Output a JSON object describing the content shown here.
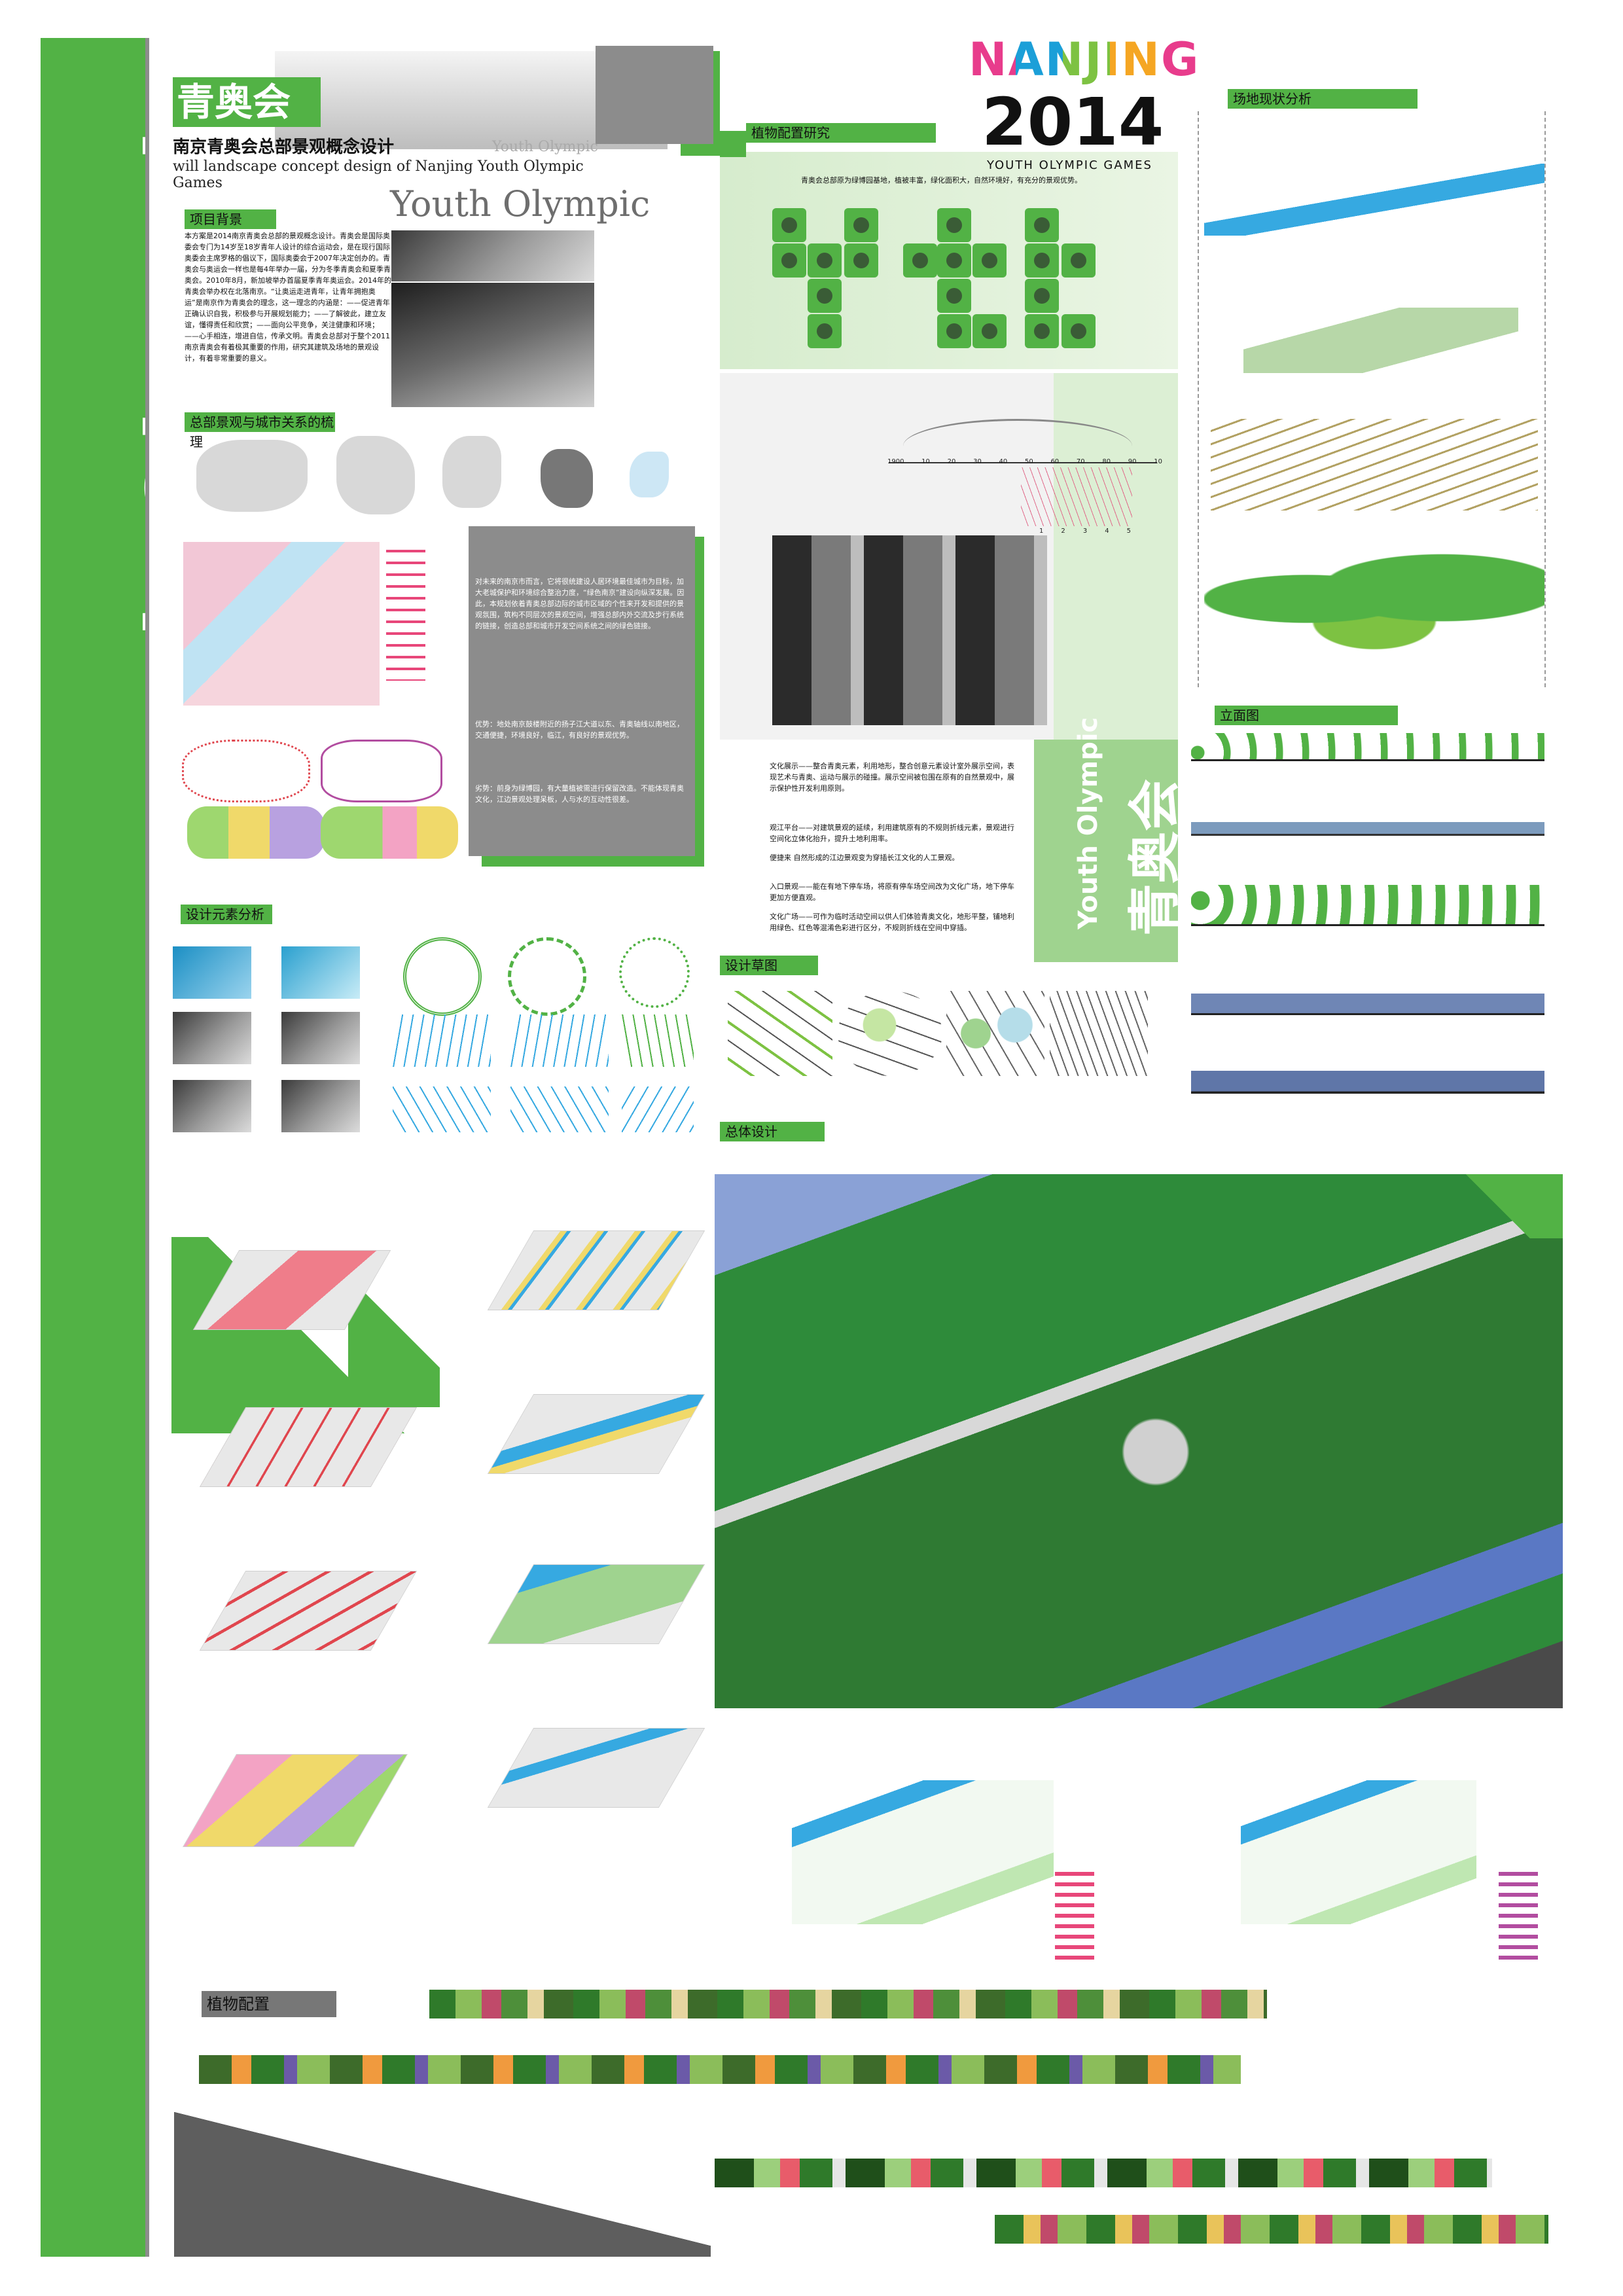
{
  "header": {
    "title_cn": "青奥会",
    "subtitle_cn": "南京青奥会总部景观概念设计",
    "subtitle_en_line1": "will landscape concept design of Nanjing Youth Olympic Games",
    "watermark_1": "Youth Olympic",
    "watermark_2": "Youth Olympic"
  },
  "logo": {
    "word": "NANJING",
    "year": "2014",
    "tagline": "YOUTH OLYMPIC GAMES"
  },
  "vertical_banner": "Youth Olympic Games",
  "sections": {
    "project_background": "项目背景",
    "city_relation": "总部景观与城市关系的梳理",
    "design_elements": "设计元素分析",
    "plant_research": "植物配置研究",
    "site_analysis": "场地现状分析",
    "elevation": "立面图",
    "sketch": "设计草图",
    "master_plan": "总体设计",
    "plant_config": "植物配置"
  },
  "background_text": "本方案是2014南京青奥会总部的景观概念设计。青奥会是国际奥委会专门为14岁至18岁青年人设计的综合运动会，是在现行国际奥委会主席罗格的倡议下，国际奥委会于2007年决定创办的。青奥会与奥运会一样也是每4年举办一届，分为冬季青奥会和夏季青奥会。2010年8月，新加坡举办首届夏季青年奥运会。2014年的青奥会举办权在北落南京。“让奥运走进青年，让青年拥抱奥运”是南京作为青奥会的理念，这一理念的内涵是：——促进青年正确认识自我，积极参与开展规划能力；——了解彼此，建立友谊，懂得责任和欣赏；——面向公平竞争，关注健康和环境；——心手相连，增进自信，传承文明。青奥会总部对于整个2011南京青奥会有着极其重要的作用，研究其建筑及场地的景观设计，有着非常重要的意义。",
  "analysis_intro": "对未来的南京市而言，它将很统建设人居环境最佳城市为目标，加大老城保护和环境综合整治力度，“绿色南京”建设向纵深发展。因此，本规划依着青奥总部边际的城市区域的个性来开发和提供的景观氛围，筑构不同层次的景观空间，增强总部内外交流及步行系统的链接，创造总部和城市开发空间系统之间的绿色链接。",
  "analysis_advantage": "优势：地处南京鼓楼附近的扬子江大道以东、青奥轴线以南地区，交通便捷，环境良好，临江，有良好的景观优势。",
  "analysis_disadvantage": "劣势：前身为绿博园，有大量植被需进行保留改造。不能体现青奥文化，江边景观处理呆板，人与水的互动性很差。",
  "plant_caption": "青奥会总部原为绿博园基地，植被丰富，绿化面积大，自然环境好，有充分的景观优势。",
  "culture_panel": {
    "vertical_en": "Youth Olympic",
    "vertical_cn": "青奥会",
    "line1": "文化展示——整合青奥元素，利用地形，整合创意元素设计室外展示空间，表现艺术与青奥、运动与展示的碰撞。展示空间被包围在原有的自然景观中，展示保护性开发利用原则。",
    "line2": "观江平台——对建筑景观的延续，利用建筑原有的不规则折线元素，景观进行空间化立体化抬升，提升土地利用率。",
    "line3": "便捷来 自然形成的江边景观变为穿插长江文化的人工景观。",
    "line4": "入口景观——能在有地下停车场，将原有停车场空间改为文化广场，地下停车更加方便直观。",
    "line5": "文化广场——可作为临时活动空间以供人们体验青奥文化，地形平整，铺地利用绿色、红色等混淆色彩进行区分，不规则折线在空间中穿插。"
  },
  "timeline_ticks": [
    "1900",
    "10",
    "20",
    "30",
    "40",
    "50",
    "60",
    "70",
    "80",
    "90",
    "10"
  ],
  "timeline_sub": [
    "1",
    "2",
    "3",
    "4",
    "5"
  ],
  "colors": {
    "accent_green": "#52b245",
    "grey": "#8c8c8c",
    "logo_n": "#1b9fd8",
    "logo_a": "#e83c8c",
    "logo_j": "#7dc242",
    "logo_g": "#f5a623"
  }
}
